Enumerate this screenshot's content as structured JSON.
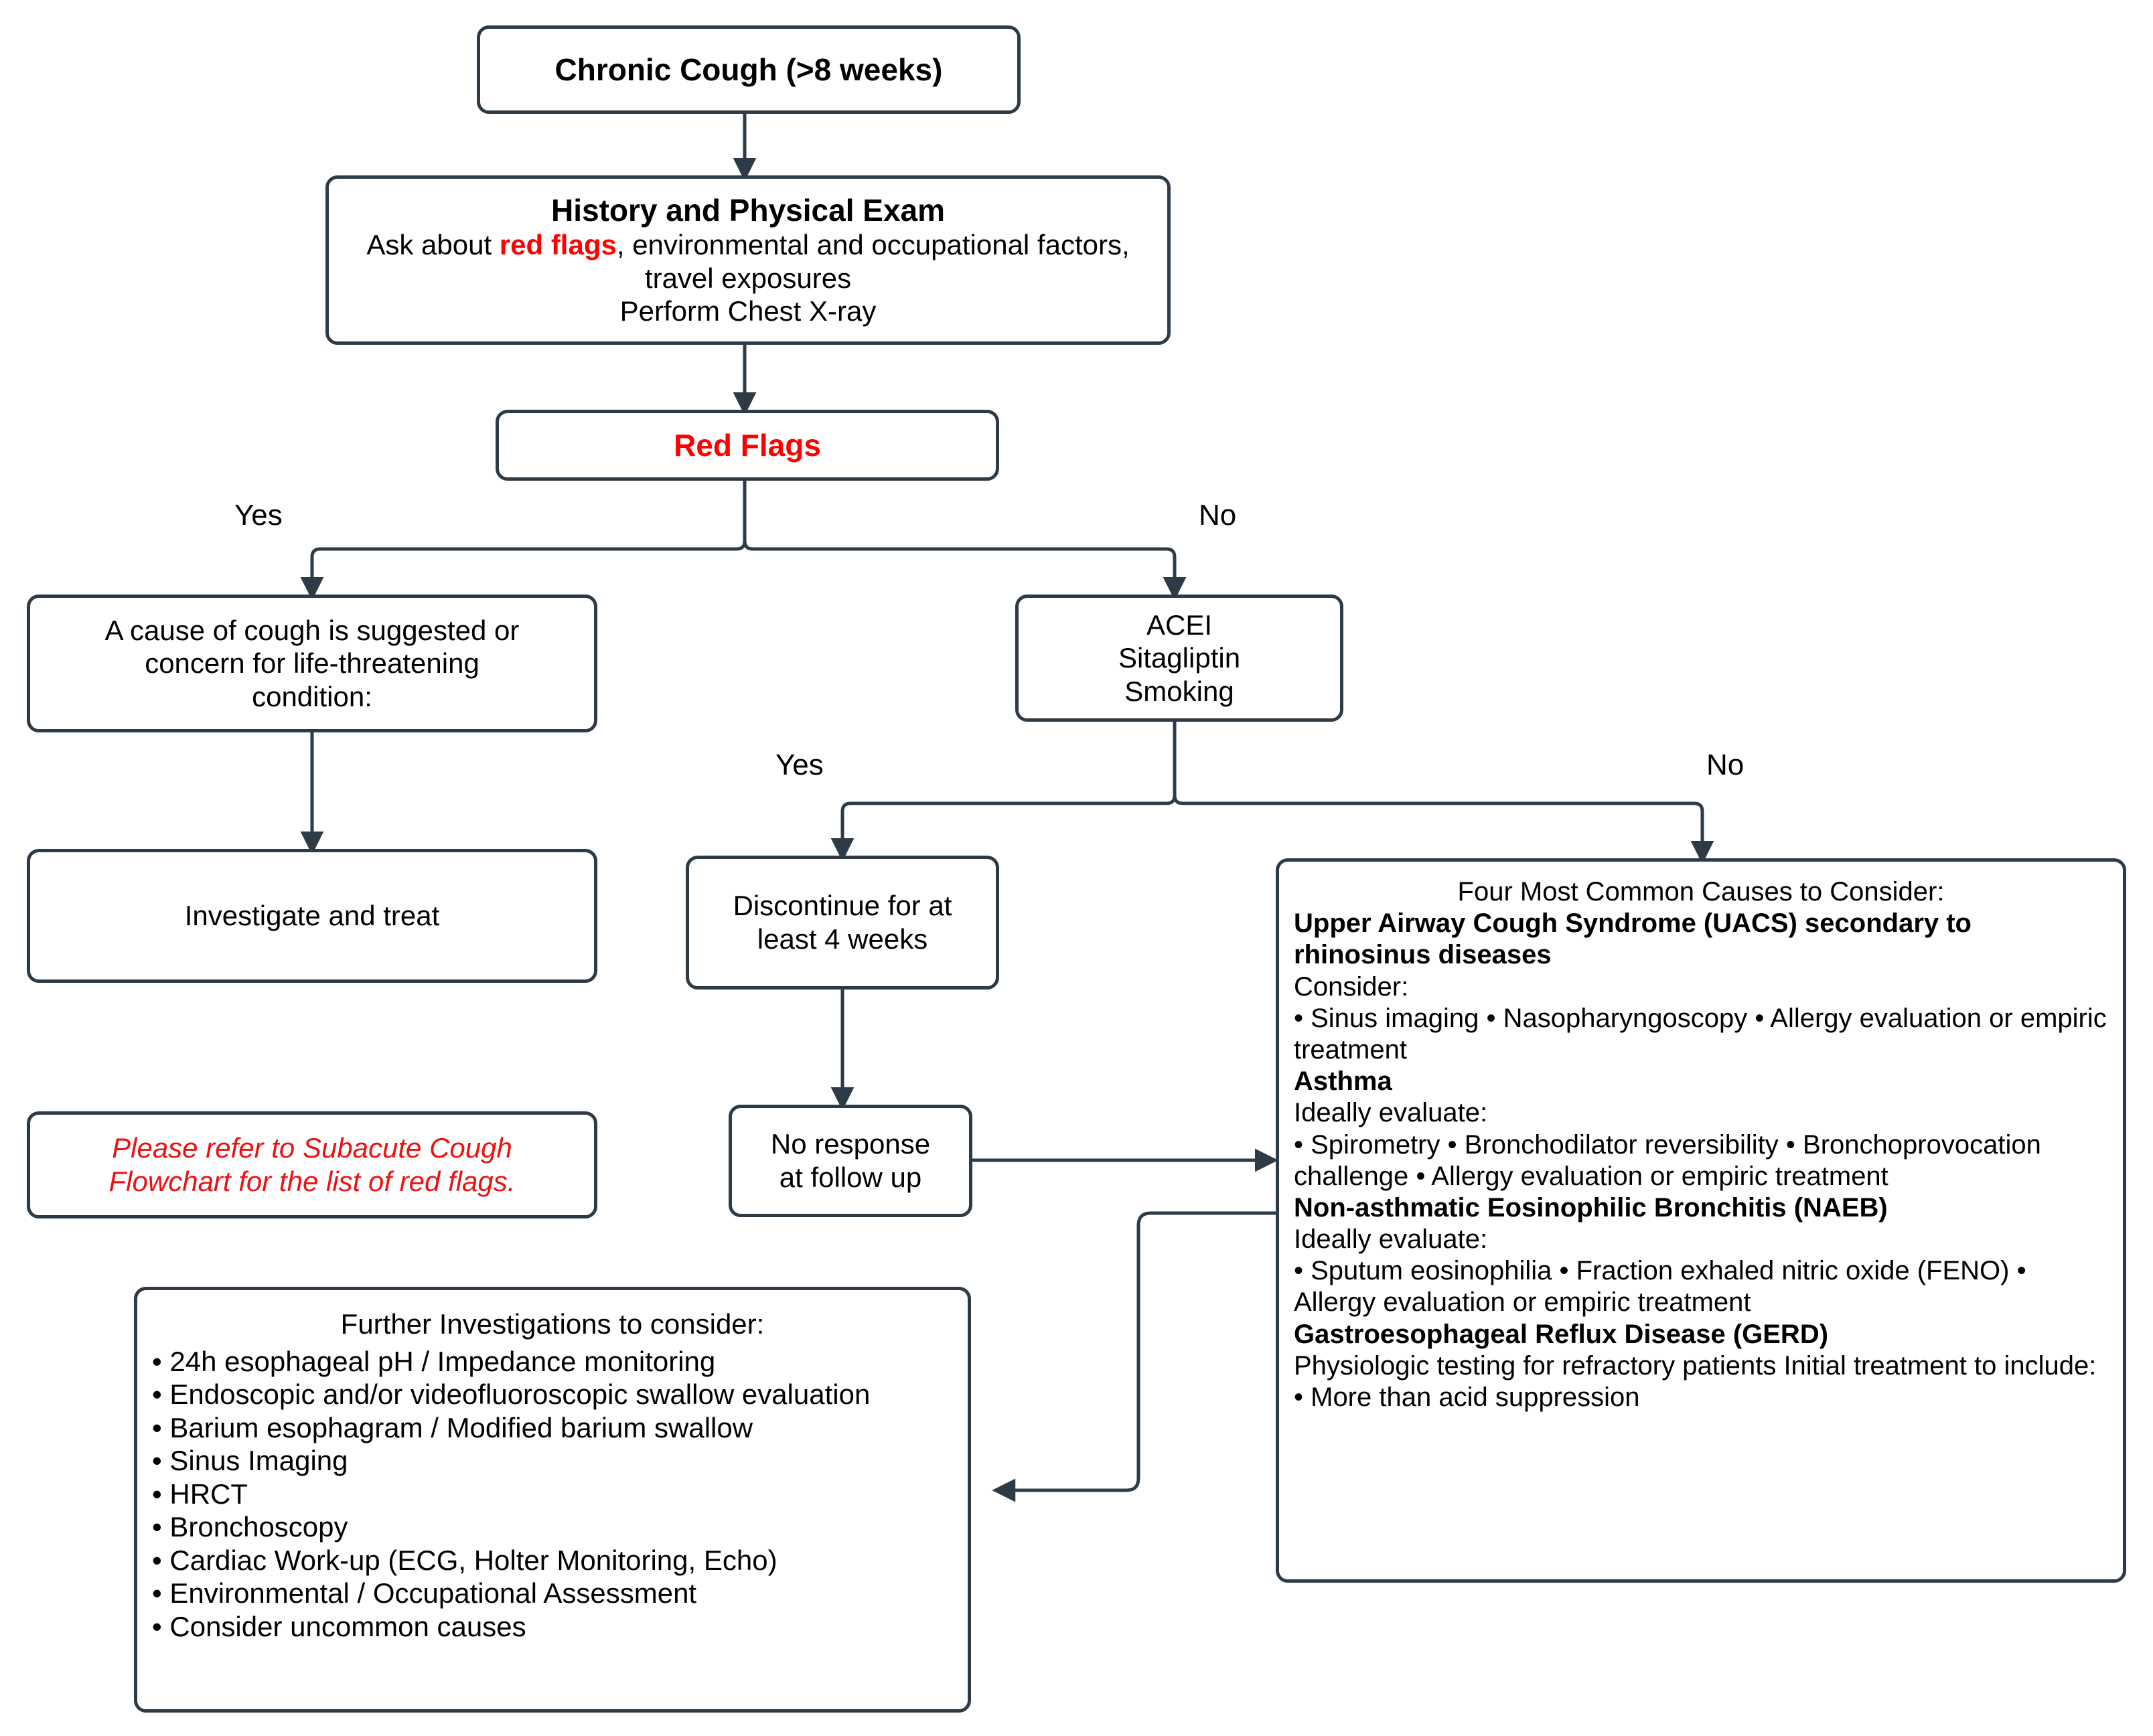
{
  "diagram": {
    "title": "Chronic Cough Evaluation Flowchart",
    "border_color": "#2e3a45",
    "accent_red": "#ff0000",
    "background": "#ffffff"
  },
  "nodes": {
    "start": {
      "label": "Chronic Cough (>8 weeks)"
    },
    "history": {
      "heading": "History and Physical Exam",
      "line1_pre": "Ask about ",
      "line1_red": "red flags",
      "line1_post": ", environmental and occupational factors,",
      "line2": "travel exposures",
      "line3": "Perform Chest X-ray"
    },
    "red_flags": {
      "label": "Red Flags"
    },
    "cause_suggested": {
      "line1": "A cause of cough is suggested or",
      "line2": "concern for  life-threatening",
      "line3": "condition:"
    },
    "investigate_treat": {
      "label": "Investigate and treat"
    },
    "refer_note": {
      "line1": "Please refer to Subacute Cough",
      "line2": "Flowchart for the list of red flags."
    },
    "acei": {
      "line1": "ACEI",
      "line2": "Sitagliptin",
      "line3": "Smoking"
    },
    "discontinue": {
      "line1": "Discontinue for at",
      "line2": "least 4 weeks"
    },
    "no_response": {
      "line1": "No response",
      "line2": "at follow up"
    },
    "four_causes": {
      "heading": "Four Most Common Causes to Consider:",
      "uacs_title": "Upper Airway Cough Syndrome (UACS) secondary to rhinosinus diseases",
      "uacs_consider": " Consider:",
      "uacs_items": "• Sinus imaging • Nasopharyngoscopy • Allergy evaluation or empiric treatment",
      "asthma_title": "Asthma",
      "asthma_evaluate": "Ideally evaluate:",
      "asthma_items": "• Spirometry • Bronchodilator reversibility • Bronchoprovocation challenge • Allergy evaluation or empiric treatment",
      "naeb_title": "Non-asthmatic Eosinophilic Bronchitis (NAEB)",
      "naeb_evaluate": "Ideally evaluate:",
      "naeb_items": " • Sputum eosinophilia • Fraction exhaled nitric oxide (FENO) • Allergy evaluation or empiric treatment",
      "gerd_title": "Gastroesophageal Reflux Disease (GERD)",
      "gerd_items": "Physiologic testing for refractory patients Initial treatment to include: • More than acid suppression"
    },
    "further_investigations": {
      "heading": "Further Investigations to consider:",
      "items": [
        "• 24h esophageal pH / Impedance monitoring",
        "• Endoscopic and/or videofluoroscopic swallow evaluation",
        "• Barium esophagram / Modified barium swallow",
        "• Sinus Imaging",
        "• HRCT",
        "• Bronchoscopy",
        "• Cardiac Work-up (ECG, Holter Monitoring, Echo)",
        "• Environmental / Occupational Assessment",
        "• Consider uncommon causes"
      ]
    }
  },
  "edge_labels": {
    "redflags_yes": "Yes",
    "redflags_no": "No",
    "acei_yes": "Yes",
    "acei_no": "No"
  }
}
